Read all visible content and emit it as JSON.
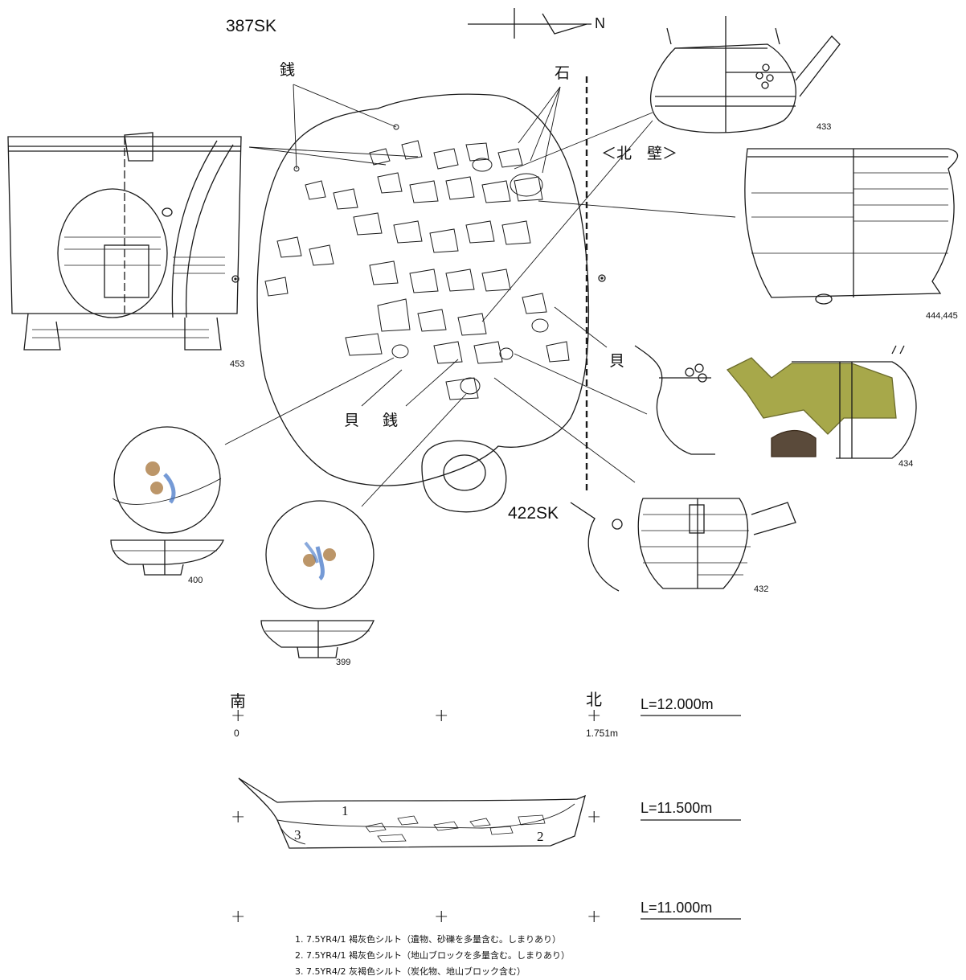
{
  "features": {
    "pit_main": "387SK",
    "pit_adjacent": "422SK",
    "north_wall": "＜北　壁＞"
  },
  "annotations": {
    "coin_top": "銭",
    "stone": "石",
    "shell_right": "貝",
    "shell_bottom": "貝",
    "coin_bottom": "銭"
  },
  "artifact_numbers": {
    "n433": "433",
    "n444_445": "444,445",
    "n453": "453",
    "n434": "434",
    "n400": "400",
    "n399": "399",
    "n432": "432"
  },
  "section": {
    "south": "南",
    "north": "北",
    "origin": "0",
    "distance": "1.751m",
    "level_1": "L=12.000m",
    "level_2": "L=11.500m",
    "level_3": "L=11.000m",
    "layer_1": "1",
    "layer_2": "2",
    "layer_3": "3"
  },
  "legend": [
    "1. 7.5YR4/1  褐灰色シルト（遺物、砂礫を多量含む。しまりあり）",
    "2. 7.5YR4/1  褐灰色シルト（地山ブロックを多量含む。しまりあり）",
    "3. 7.5YR4/2 灰褐色シルト（炭化物、地山ブロック含む）"
  ],
  "colors": {
    "line": "#1a1a1a",
    "glaze_green": "#a7a84a",
    "glaze_dark": "#5a4a3a",
    "blue_paint": "#3a6fc4",
    "brown_paint": "#a06a2a"
  }
}
